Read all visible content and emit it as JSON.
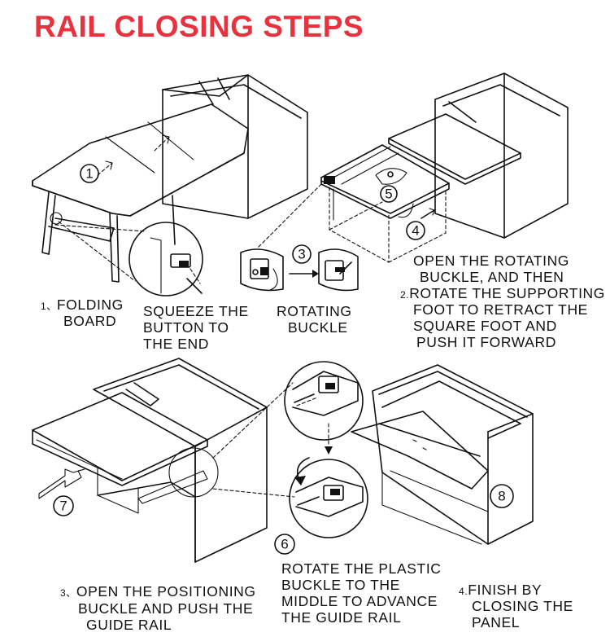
{
  "title": "RAIL CLOSING STEPS",
  "markers": [
    "1",
    "3",
    "4",
    "5",
    "6",
    "7",
    "8"
  ],
  "labels": {
    "step1": {
      "num": "1、",
      "line1": "FOLDING",
      "line2": "BOARD"
    },
    "squeeze": {
      "line1": "SQUEEZE THE",
      "line2": "BUTTON TO",
      "line3": "THE END"
    },
    "rotating": {
      "line1": "ROTATING",
      "line2": "BUCKLE"
    },
    "step2": {
      "line1": "OPEN THE ROTATING",
      "line2": "BUCKLE, AND THEN",
      "num": "2.",
      "line3": "ROTATE THE SUPPORTING",
      "line4": "FOOT TO RETRACT THE",
      "line5": "SQUARE FOOT AND",
      "line6": "PUSH IT FORWARD"
    },
    "step3": {
      "num": "3、",
      "line1": "OPEN THE POSITIONING",
      "line2": "BUCKLE AND PUSH THE",
      "line3": "GUIDE RAIL"
    },
    "plastic": {
      "line1": "ROTATE THE PLASTIC",
      "line2": "BUCKLE TO THE",
      "line3": "MIDDLE TO ADVANCE",
      "line4": "THE GUIDE RAIL"
    },
    "step4": {
      "num": "4.",
      "line1": "FINISH BY",
      "line2": "CLOSING THE",
      "line3": "PANEL"
    }
  }
}
